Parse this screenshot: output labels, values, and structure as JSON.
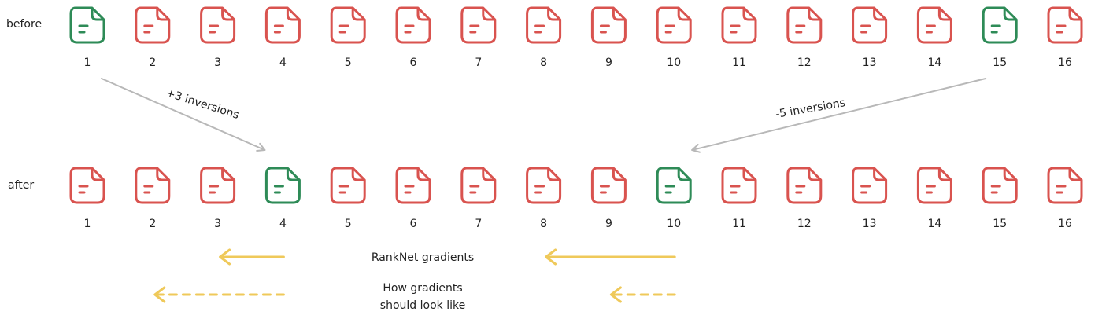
{
  "colors": {
    "relevant": "#2e8b57",
    "irrelevant": "#d9534f",
    "arrow_gray": "#b8b8b8",
    "gradient_yellow": "#efc95a"
  },
  "icon": "document-icon",
  "rows": [
    {
      "label": "before",
      "positions": [
        "1",
        "2",
        "3",
        "4",
        "5",
        "6",
        "7",
        "8",
        "9",
        "10",
        "11",
        "12",
        "13",
        "14",
        "15",
        "16"
      ],
      "relevant": [
        1,
        15
      ]
    },
    {
      "label": "after",
      "positions": [
        "1",
        "2",
        "3",
        "4",
        "5",
        "6",
        "7",
        "8",
        "9",
        "10",
        "11",
        "12",
        "13",
        "14",
        "15",
        "16"
      ],
      "relevant": [
        4,
        10
      ]
    }
  ],
  "moves": [
    {
      "from": 1,
      "to": 4,
      "label": "+3 inversions"
    },
    {
      "from": 15,
      "to": 10,
      "label": "-5 inversions"
    }
  ],
  "legend": {
    "ranknet_label": "RankNet gradients",
    "ideal_label_line1": "How gradients",
    "ideal_label_line2": "should look like"
  },
  "gradients": {
    "ranknet": [
      {
        "from": 4,
        "to": 3
      },
      {
        "from": 10,
        "to": 8
      }
    ],
    "ideal": [
      {
        "from": 4,
        "to": 2
      },
      {
        "from": 10,
        "to": 9
      }
    ]
  }
}
